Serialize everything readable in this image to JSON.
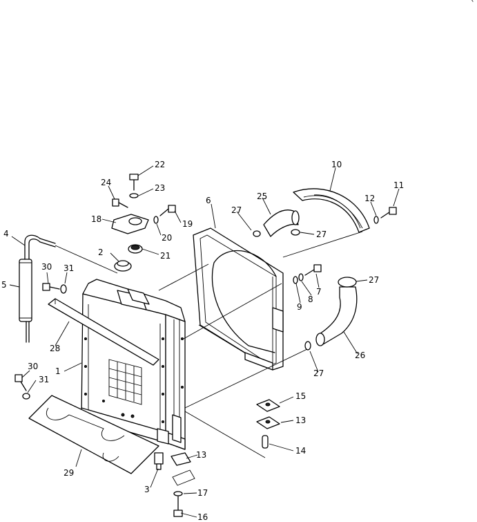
{
  "corner_mark": "`",
  "callouts": [
    {
      "id": "c1",
      "label": "1"
    },
    {
      "id": "c2",
      "label": "2"
    },
    {
      "id": "c3",
      "label": "3"
    },
    {
      "id": "c4",
      "label": "4"
    },
    {
      "id": "c5",
      "label": "5"
    },
    {
      "id": "c6",
      "label": "6"
    },
    {
      "id": "c7",
      "label": "7"
    },
    {
      "id": "c8",
      "label": "8"
    },
    {
      "id": "c9a",
      "label": "9"
    },
    {
      "id": "c10",
      "label": "10"
    },
    {
      "id": "c11",
      "label": "11"
    },
    {
      "id": "c12",
      "label": "12"
    },
    {
      "id": "c13a",
      "label": "13"
    },
    {
      "id": "c13b",
      "label": "13"
    },
    {
      "id": "c14",
      "label": "14"
    },
    {
      "id": "c15",
      "label": "15"
    },
    {
      "id": "c16",
      "label": "16"
    },
    {
      "id": "c17",
      "label": "17"
    },
    {
      "id": "c18",
      "label": "18"
    },
    {
      "id": "c19",
      "label": "19"
    },
    {
      "id": "c20",
      "label": "20"
    },
    {
      "id": "c21",
      "label": "21"
    },
    {
      "id": "c22",
      "label": "22"
    },
    {
      "id": "c23",
      "label": "23"
    },
    {
      "id": "c24",
      "label": "24"
    },
    {
      "id": "c25",
      "label": "25"
    },
    {
      "id": "c26",
      "label": "26"
    },
    {
      "id": "c27a",
      "label": "27"
    },
    {
      "id": "c27b",
      "label": "27"
    },
    {
      "id": "c27c",
      "label": "27"
    },
    {
      "id": "c27d",
      "label": "27"
    },
    {
      "id": "c28",
      "label": "28"
    },
    {
      "id": "c29",
      "label": "29"
    },
    {
      "id": "c30a",
      "label": "30"
    },
    {
      "id": "c30b",
      "label": "30"
    },
    {
      "id": "c31a",
      "label": "31"
    },
    {
      "id": "c31b",
      "label": "31"
    }
  ]
}
